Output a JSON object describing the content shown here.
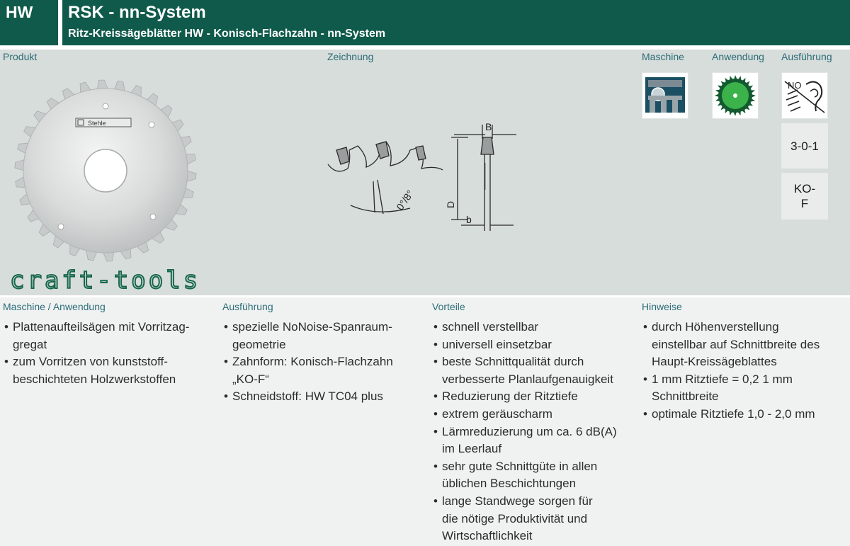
{
  "header": {
    "material": "HW",
    "title": "RSK - nn-System",
    "subtitle": "Ritz-Kreissägeblätter HW - Konisch-Flachzahn - nn-System"
  },
  "top_labels": {
    "produkt": "Produkt",
    "zeichnung": "Zeichnung",
    "maschine": "Maschine",
    "anwendung": "Anwendung",
    "ausfuehrung": "Ausführung"
  },
  "product": {
    "blade_brand": "Stehle",
    "logo_text": "craft-tools"
  },
  "drawing": {
    "label_B": "B",
    "label_D": "D",
    "label_b": "b",
    "label_angle": "0°/8°"
  },
  "ausfuehrung": {
    "noise_icon_text": "NO",
    "code_1": "3-0-1",
    "code_2": "KO-F"
  },
  "sections": [
    {
      "label": "Maschine / Anwendung",
      "items": [
        [
          "Plattenaufteilsägen mit Vorritzag-",
          "gregat"
        ],
        [
          "zum Vorritzen von kunststoff-",
          "beschichteten Holzwerkstoffen"
        ]
      ]
    },
    {
      "label": "Ausführung",
      "items": [
        [
          "spezielle NoNoise-Spanraum-",
          "geometrie"
        ],
        [
          "Zahnform: Konisch-Flachzahn",
          "„KO-F“"
        ],
        [
          "Schneidstoff: HW TC04 plus"
        ]
      ]
    },
    {
      "label": "Vorteile",
      "items": [
        [
          "schnell verstellbar"
        ],
        [
          "universell einsetzbar"
        ],
        [
          "beste Schnittqualität durch",
          "verbesserte Planlaufgenauigkeit"
        ],
        [
          "Reduzierung der Ritztiefe"
        ],
        [
          "extrem geräuscharm"
        ],
        [
          "Lärmreduzierung um ca. 6 dB(A)",
          "im Leerlauf"
        ],
        [
          "sehr gute Schnittgüte in allen",
          "üblichen Beschichtungen"
        ],
        [
          "lange Standwege sorgen für",
          "die nötige Produktivität und",
          "Wirtschaftlichkeit"
        ]
      ]
    },
    {
      "label": "Hinweise",
      "items": [
        [
          "durch Höhenverstellung",
          "einstellbar auf Schnittbreite des",
          "Haupt-Kreissägeblattes"
        ],
        [
          "1 mm Ritztiefe = 0,2 1 mm",
          "Schnittbreite"
        ],
        [
          "optimale Ritztiefe 1,0 - 2,0 mm"
        ]
      ]
    }
  ]
}
